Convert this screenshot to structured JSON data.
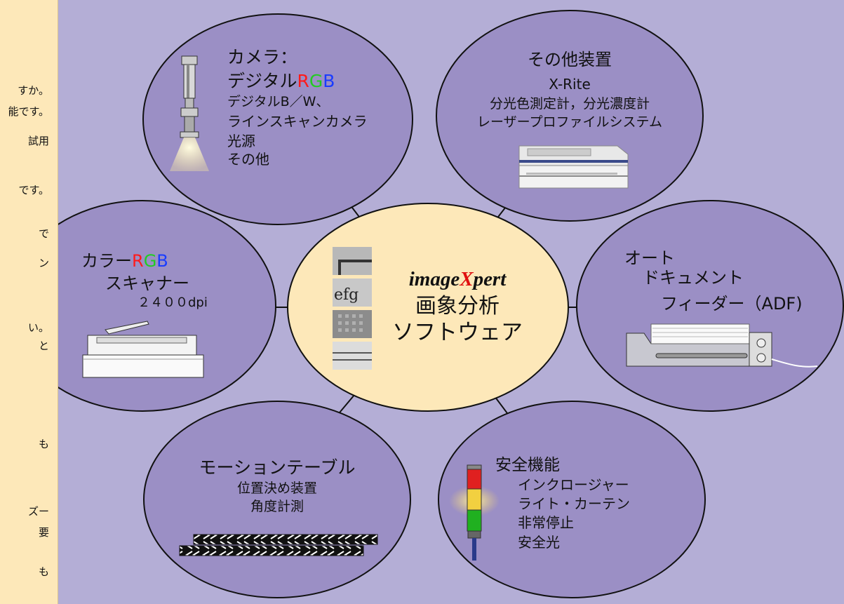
{
  "sidebar": {
    "fragments": [
      "すか。",
      "能です。",
      "試用",
      "です。",
      "で",
      "ン",
      "い。",
      "と",
      "も",
      "ズー",
      "要",
      "も"
    ]
  },
  "diagram": {
    "center": {
      "title_prefix": "image",
      "title_highlight": "X",
      "title_suffix": "pert",
      "line1": "画象分析",
      "line2": "ソフトウェア"
    },
    "camera": {
      "line1": "カメラ：",
      "line2_main": "デジタル",
      "rgb_r": "R",
      "rgb_g": "G",
      "rgb_b": "B",
      "line3": "デジタルB／W、",
      "line4": "ラインスキャンカメラ",
      "line5": "光源",
      "line6": "その他"
    },
    "other_devices": {
      "title": "その他装置",
      "line2": "X-Rite",
      "line3": "分光色測定計，分光濃度計",
      "line4": "レーザープロファイルシステム"
    },
    "scanner": {
      "line1_main": "カラー",
      "rgb_r": "R",
      "rgb_g": "G",
      "rgb_b": "B",
      "line2": "スキャナー",
      "line3": "２４００dpi"
    },
    "adf": {
      "line1": "オート",
      "line2": "ドキュメント",
      "line3": "フィーダー（ADF)"
    },
    "motion": {
      "title": "モーションテーブル",
      "line2": "位置決め装置",
      "line3": "角度計測"
    },
    "safety": {
      "title": "安全機能",
      "line2": "インクロージャー",
      "line3": "ライト・カーテン",
      "line4": "非常停止",
      "line5": "安全光"
    },
    "thumb_text": "efg"
  },
  "colors": {
    "background": "#b4aed6",
    "ellipse_fill": "#9b8fc5",
    "center_fill": "#fde8b9",
    "sidebar_bg": "#fde8b9",
    "rgb_red": "#ff1a1a",
    "rgb_green": "#22cc22",
    "rgb_blue": "#1a3cff",
    "x_red": "#e01010"
  },
  "icons": [
    "camera-icon",
    "spectrophotometer-icon",
    "flatbed-scanner-icon",
    "document-feeder-icon",
    "motion-table-icon",
    "signal-tower-icon",
    "image-thumbnail-icon"
  ]
}
